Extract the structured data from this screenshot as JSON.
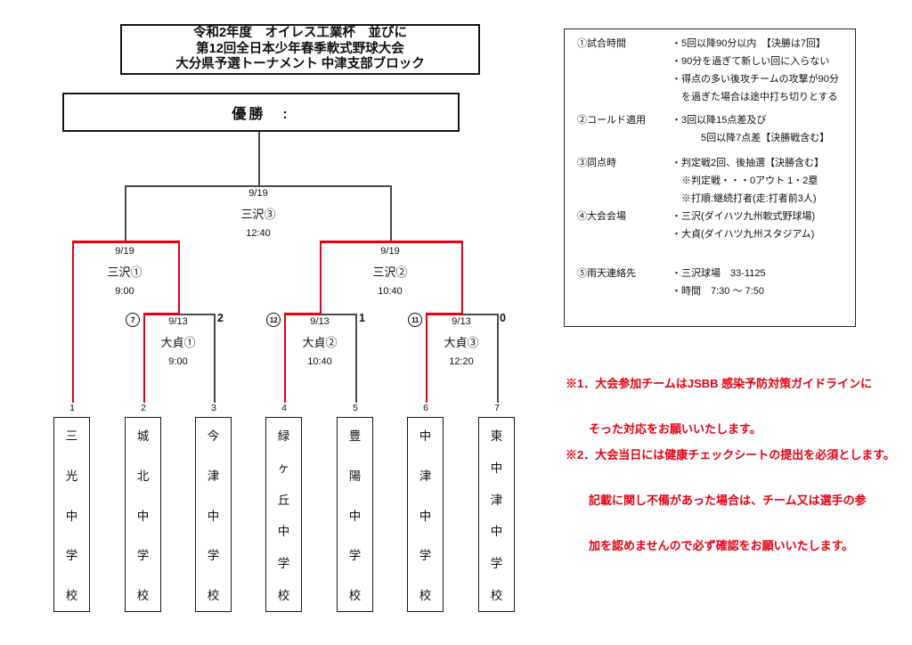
{
  "title": {
    "lines": [
      "令和2年度　オイレス工業杯　並びに",
      "第12回全日本少年春季軟式野球大会",
      "大分県予選トーナメント 中津支部ブロック"
    ]
  },
  "champion": {
    "label": "優勝　:"
  },
  "bracket": {
    "final": {
      "date": "9/19",
      "venue": "三沢③",
      "time": "12:40"
    },
    "semifinals": [
      {
        "date": "9/19",
        "venue": "三沢①",
        "time": "9:00"
      },
      {
        "date": "9/19",
        "venue": "三沢②",
        "time": "10:40"
      }
    ],
    "quarterfinals": [
      {
        "date": "9/13",
        "venue": "大貞①",
        "time": "9:00",
        "winner_score": "7",
        "loser_score": "2"
      },
      {
        "date": "9/13",
        "venue": "大貞②",
        "time": "10:40",
        "winner_score": "12",
        "loser_score": "1"
      },
      {
        "date": "9/13",
        "venue": "大貞③",
        "time": "12:20",
        "winner_score": "11",
        "loser_score": "0"
      }
    ],
    "teams": [
      {
        "seed": "1",
        "name": "三光中学校"
      },
      {
        "seed": "2",
        "name": "城北中学校"
      },
      {
        "seed": "3",
        "name": "今津中学校"
      },
      {
        "seed": "4",
        "name": "緑ヶ丘中学校"
      },
      {
        "seed": "5",
        "name": "豊陽中学校"
      },
      {
        "seed": "6",
        "name": "中津中学校"
      },
      {
        "seed": "7",
        "name": "東中津中学校"
      }
    ]
  },
  "rules": {
    "sections": [
      {
        "label": "①試合時間",
        "lines": [
          "・5回以降90分以内　【決勝は7回】",
          "・90分を過ぎて新しい回に入らない",
          "・得点の多い後攻チームの攻撃が90分",
          "　を過ぎた場合は途中打ち切りとする"
        ]
      },
      {
        "label": "②コールド適用",
        "lines": [
          "・3回以降15点差及び",
          "　　　5回以降7点差【決勝戦含む】"
        ]
      },
      {
        "label": "③同点時",
        "lines": [
          "・判定戦2回、後抽選【決勝含む】",
          "　※判定戦・・・0アウト 1・2塁",
          "　※打順:継続打者(走:打者前3人)"
        ]
      },
      {
        "label": "④大会会場",
        "lines": [
          "・三沢(ダイハツ九州軟式野球場)",
          "・大貞(ダイハツ九州スタジアム)"
        ]
      },
      {
        "label": "⑤雨天連絡先",
        "lines": [
          "・三沢球場　33-1125",
          "・時間　7:30 ～ 7:50"
        ]
      }
    ]
  },
  "notes": [
    {
      "lines": [
        "※1．大会参加チームはJSBB 感染予防対策ガイドラインに",
        "　　そった対応をお願いいたします。"
      ]
    },
    {
      "lines": [
        "※2．大会当日には健康チェックシートの提出を必須とします。",
        "　　記載に関し不備があった場合は、チーム又は選手の参",
        "　　加を認めませんので必ず確認をお願いいたします。"
      ]
    }
  ],
  "colors": {
    "accent_red": "#e60012",
    "line_gray": "#4a4a4a"
  }
}
